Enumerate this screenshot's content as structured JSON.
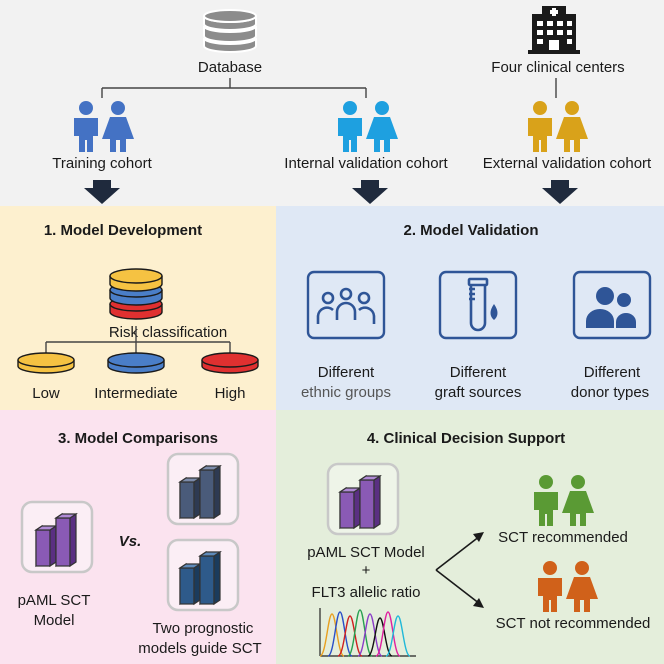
{
  "top": {
    "database_label": "Database",
    "centers_label": "Four clinical centers",
    "training_label": "Training cohort",
    "internal_label": "Internal validation cohort",
    "external_label": "External validation cohort"
  },
  "panel1": {
    "title": "1. Model Development",
    "risk_label": "Risk classification",
    "low": "Low",
    "intermediate": "Intermediate",
    "high": "High"
  },
  "panel2": {
    "title": "2. Model Validation",
    "items": [
      {
        "line1": "Different",
        "line2": "ethnic groups"
      },
      {
        "line1": "Different",
        "line2": "graft sources"
      },
      {
        "line1": "Different",
        "line2": "donor types"
      }
    ]
  },
  "panel3": {
    "title": "3. Model Comparisons",
    "model_line1": "pAML SCT",
    "model_line2": "Model",
    "vs": "Vs.",
    "two_line1": "Two prognostic",
    "two_line2": "models guide SCT"
  },
  "panel4": {
    "title": "4. Clinical Decision Support",
    "model_label": "pAML SCT Model",
    "plus": "+",
    "flt3_label": "FLT3 allelic ratio",
    "recommended": "SCT recommended",
    "not_recommended": "SCT not recommended"
  },
  "colors": {
    "top_bg": "#f2f2f2",
    "panel1_bg": "#fdf0cf",
    "panel2_bg": "#dfe8f5",
    "panel3_bg": "#fbe3ef",
    "panel4_bg": "#e4eedb",
    "blue_people": "#4472c4",
    "cyan_people": "#1ea0e0",
    "gold_people": "#d9a21a",
    "green_people": "#5a9a34",
    "orange_people": "#d0611a",
    "yellow_disc": "#f5c242",
    "blue_disc": "#4a7ec8",
    "red_disc": "#e03030",
    "purple_bar": "#8a5ab5",
    "slate_bar": "#4a5b7a",
    "navy_bar": "#2e5a8a",
    "icon_blue": "#2f5597"
  }
}
